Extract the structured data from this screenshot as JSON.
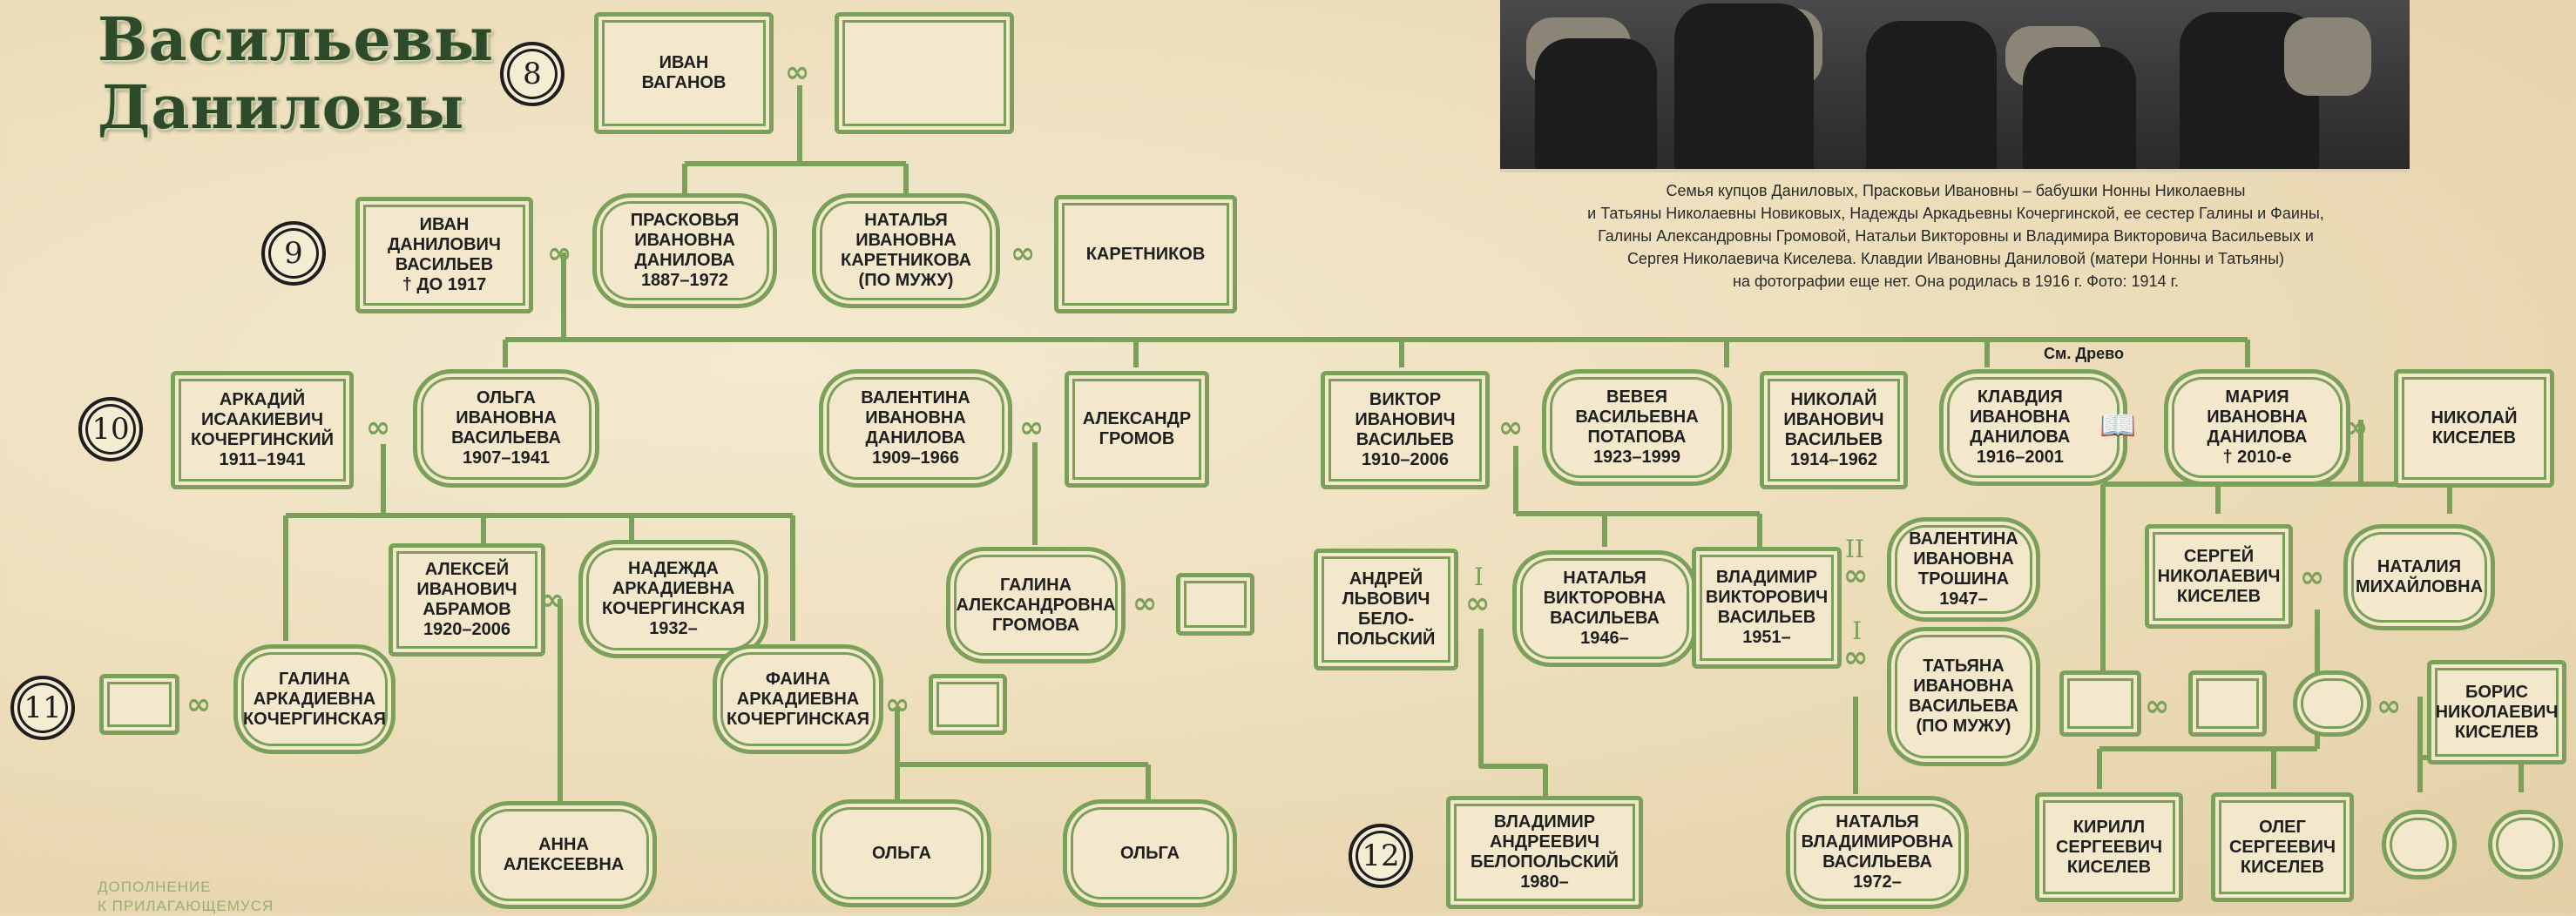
{
  "title_line1": "Васильевы",
  "title_line2": "Даниловы",
  "generations": [
    "8",
    "9",
    "10",
    "11",
    "12"
  ],
  "photo_caption": "Семья купцов Даниловых, Прасковьи Ивановны – бабушки Нонны Николаевны\nи Татьяны Николаевны Новиковых, Надежды Аркадьевны Кочергинской, ее сестер Галины и Фаины,\nГалины Александровны Громовой, Натальи Викторовны и Владимира Викторовича Васильевых и\nСергея Николаевича Киселева. Клавдии Ивановны Даниловой (матери Нонны и Татьяны)\nна фотографии еще нет. Она родилась в 1916 г. Фото: 1914 г.",
  "see_tree": "См. Древо",
  "marriage_symbol": "∞",
  "roman_marks": [
    "I",
    "II",
    "I"
  ],
  "book_icon": "open-book-icon",
  "addendum": "ДОПОЛНЕНИЕ\nК ПРИЛАГАЮЩЕМУСЯ",
  "colors": {
    "frame": "#7aa05a",
    "title": "#2f4a2a",
    "background": "#efe3c4"
  },
  "people": {
    "ivan_vaganov": "ИВАН\nВАГАНОВ",
    "ivan_vasilyev": "ИВАН\nДАНИЛОВИЧ\nВАСИЛЬЕВ\n† ДО 1917",
    "praskovya": "ПРАСКОВЬЯ\nИВАНОВНА\nДАНИЛОВА\n1887–1972",
    "natalya_karetnikova": "НАТАЛЬЯ\nИВАНОВНА\nКАРЕТНИКОВА\n(ПО МУЖУ)",
    "karetnikov": "КАРЕТНИКОВ",
    "arkady": "АРКАДИЙ\nИСААКИЕВИЧ\nКОЧЕРГИНСКИЙ\n1911–1941",
    "olga_vasilyeva": "ОЛЬГА\nИВАНОВНА\nВАСИЛЬЕВА\n1907–1941",
    "valentina_danilova": "ВАЛЕНТИНА\nИВАНОВНА\nДАНИЛОВА\n1909–1966",
    "alexander_gromov": "АЛЕКСАНДР\nГРОМОВ",
    "viktor": "ВИКТОР\nИВАНОВИЧ\nВАСИЛЬЕВ\n1910–2006",
    "vevea": "ВЕВЕЯ\nВАСИЛЬЕВНА\nПОТАПОВА\n1923–1999",
    "nikolay_vasilyev": "НИКОЛАЙ\nИВАНОВИЧ\nВАСИЛЬЕВ\n1914–1962",
    "klavdia": "КЛАВДИЯ\nИВАНОВНА\nДАНИЛОВА\n1916–2001",
    "maria": "МАРИЯ\nИВАНОВНА\nДАНИЛОВА\n† 2010-е",
    "nikolay_kiselev": "НИКОЛАЙ\nКИСЕЛЕВ",
    "alexey_abramov": "АЛЕКСЕЙ\nИВАНОВИЧ\nАБРАМОВ\n1920–2006",
    "nadezhda": "НАДЕЖДА\nАРКАДИЕВНА\nКОЧЕРГИНСКАЯ\n1932–",
    "galina_a": "ГАЛИНА\nАРКАДИЕВНА\nКОЧЕРГИНСКАЯ",
    "faina": "ФАИНА\nАРКАДИЕВНА\nКОЧЕРГИНСКАЯ",
    "galina_gromova": "ГАЛИНА\nАЛЕКСАНДРОВНА\nГРОМОВА",
    "andrey": "АНДРЕЙ\nЛЬВОВИЧ\nБЕЛО-\nПОЛЬСКИЙ",
    "natalya_v": "НАТАЛЬЯ\nВИКТОРОВНА\nВАСИЛЬЕВА\n1946–",
    "vladimir_v": "ВЛАДИМИР\nВИКТОРОВИЧ\nВАСИЛЬЕВ\n1951–",
    "valentina_troshina": "ВАЛЕНТИНА\nИВАНОВНА\nТРОШИНА\n1947–",
    "tatyana_vasilyeva": "ТАТЬЯНА\nИВАНОВНА\nВАСИЛЬЕВА\n(ПО МУЖУ)",
    "sergey": "СЕРГЕЙ\nНИКОЛАЕВИЧ\nКИСЕЛЕВ",
    "natalia_m": "НАТАЛИЯ\nМИХАЙЛОВНА",
    "boris": "БОРИС\nНИКОЛАЕВИЧ\nКИСЕЛЕВ",
    "anna": "АННА\nАЛЕКСЕЕВНА",
    "olga_1": "ОЛЬГА",
    "olga_2": "ОЛЬГА",
    "vladimir_b": "ВЛАДИМИР\nАНДРЕЕВИЧ\nБЕЛОПОЛЬСКИЙ\n1980–",
    "natalya_vladimirovna": "НАТАЛЬЯ\nВЛАДИМИРОВНА\nВАСИЛЬЕВА\n1972–",
    "kirill": "КИРИЛЛ\nСЕРГЕЕВИЧ\nКИСЕЛЕВ",
    "oleg": "ОЛЕГ\nСЕРГЕЕВИЧ\nКИСЕЛЕВ"
  }
}
